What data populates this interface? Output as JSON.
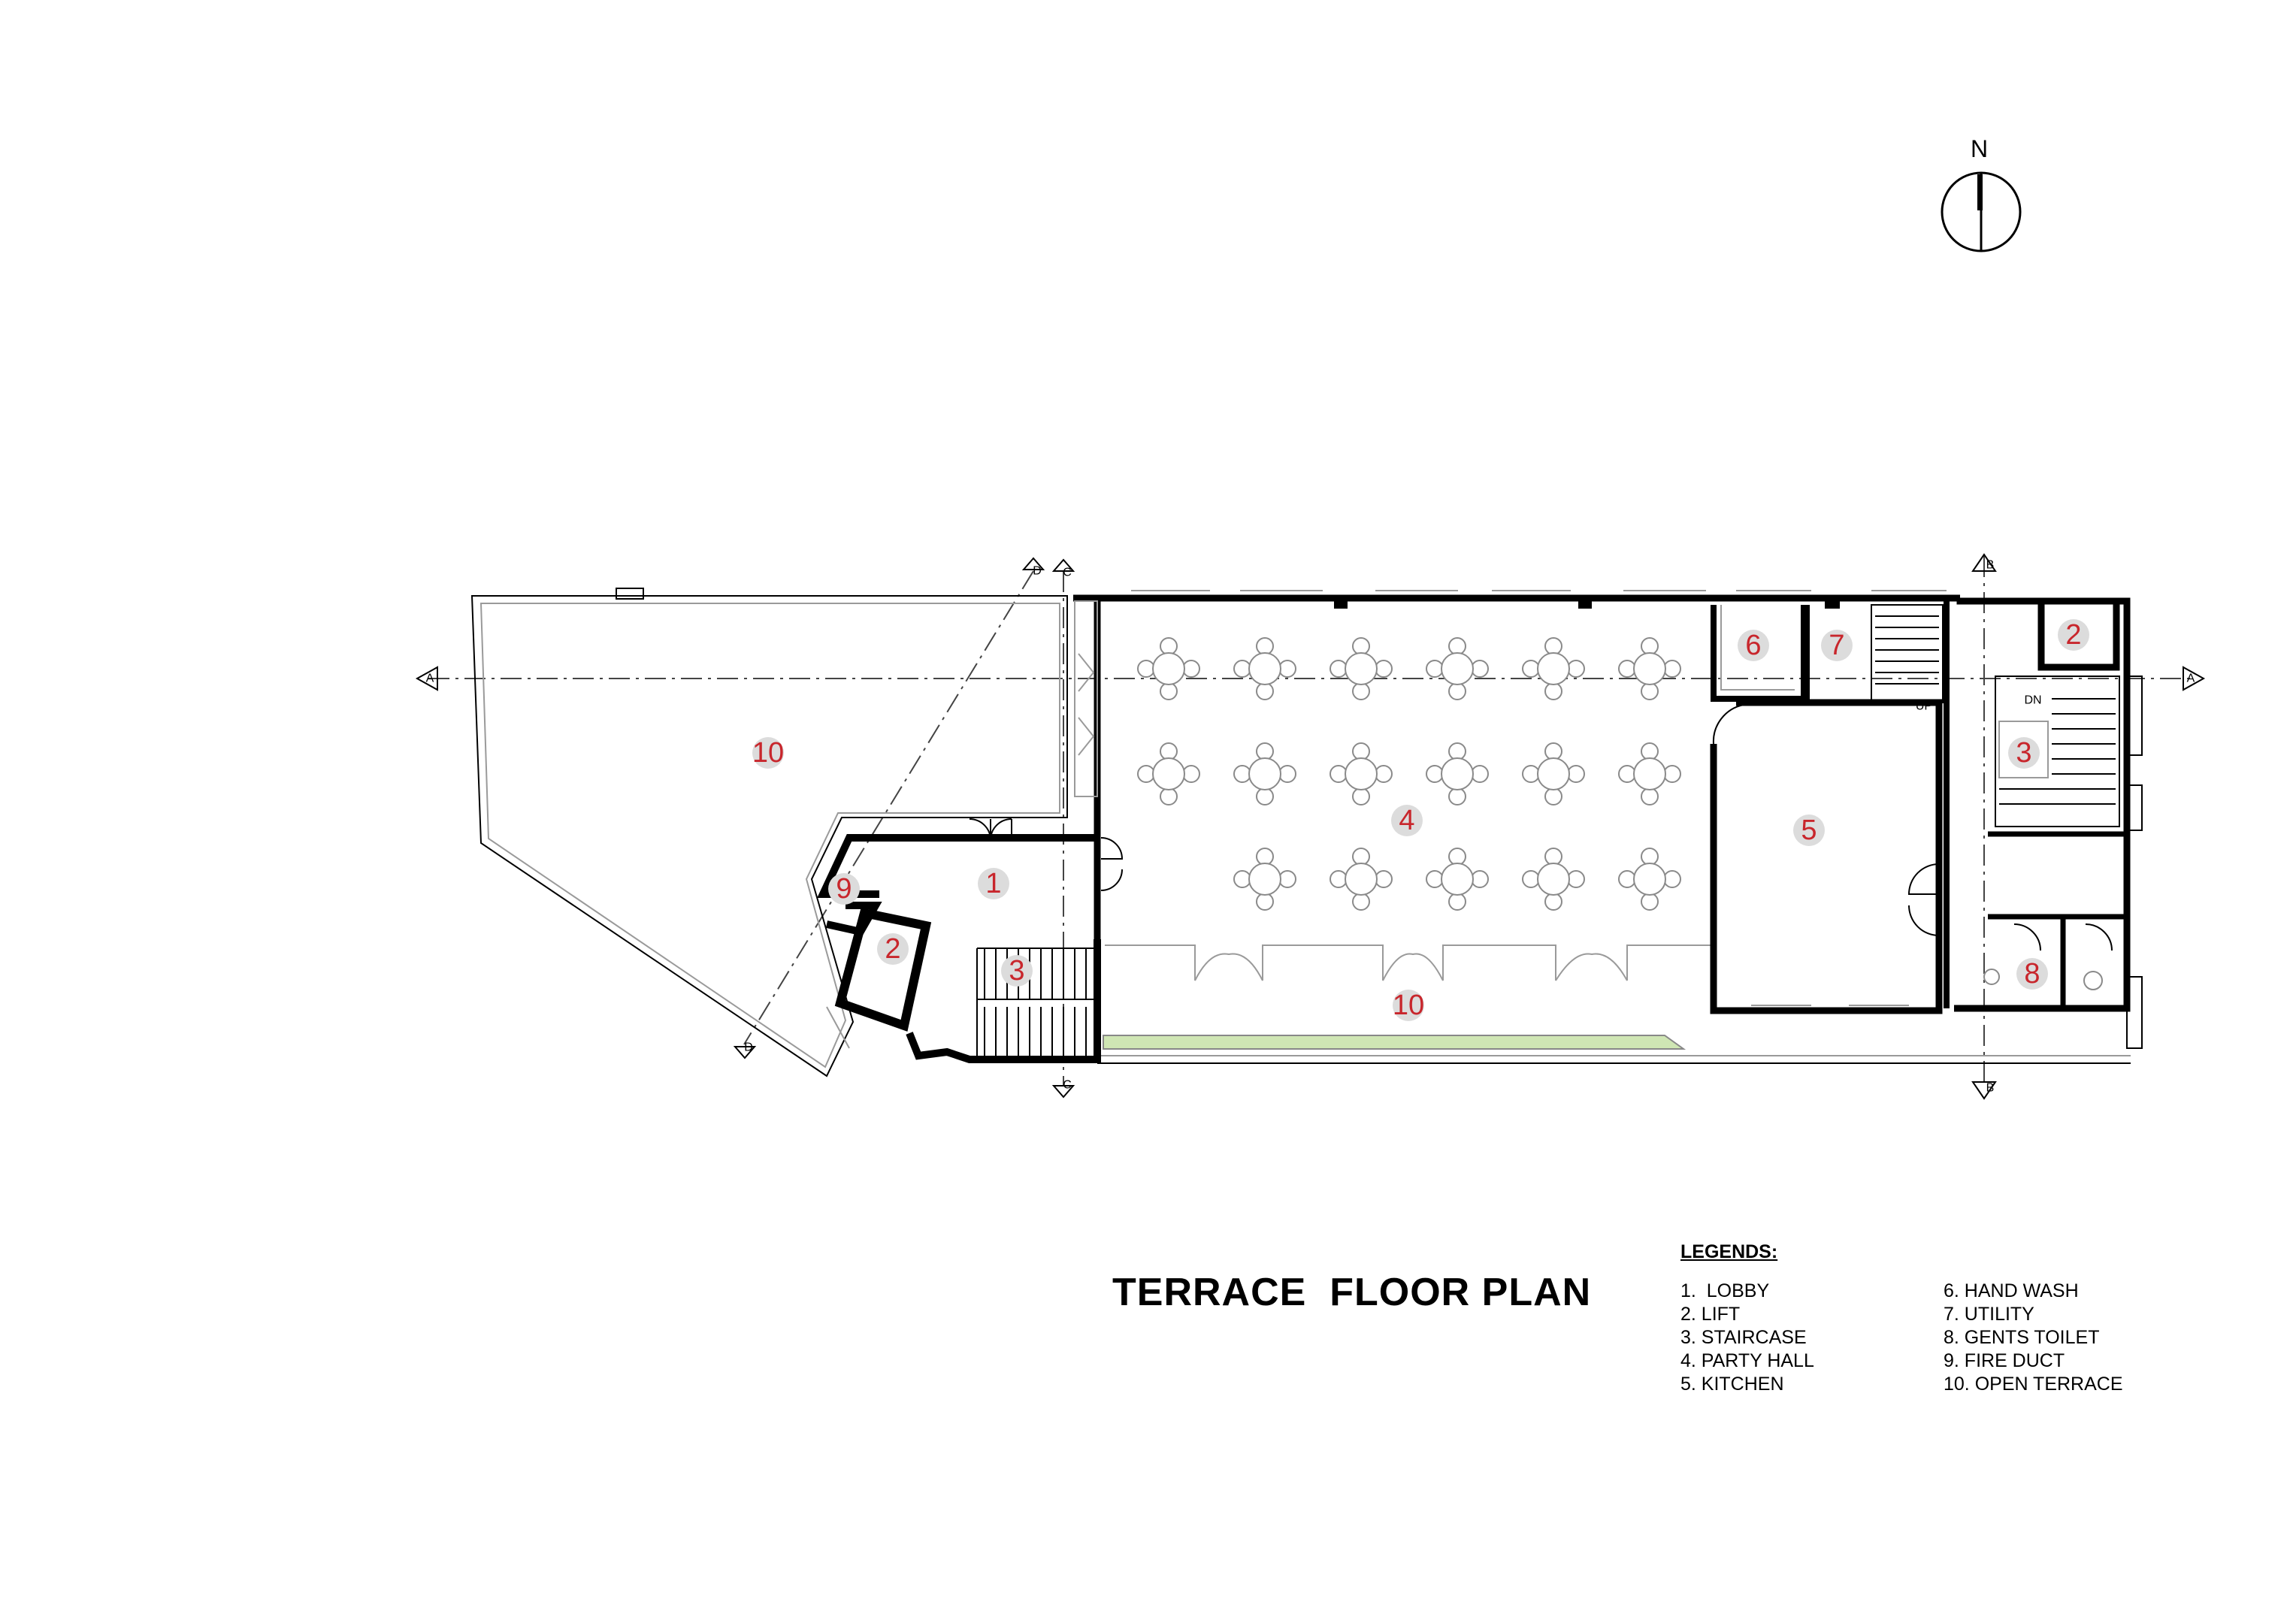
{
  "title": "TERRACE  FLOOR PLAN",
  "north_label": "N",
  "legend": {
    "heading": "LEGENDS:",
    "column_1": [
      "1.  LOBBY",
      "2. LIFT",
      "3. STAIRCASE",
      "4. PARTY HALL",
      "5. KITCHEN"
    ],
    "column_2": [
      "6. HAND WASH",
      "7. UTILITY",
      "8. GENTS TOILET",
      "9. FIRE DUCT",
      "10. OPEN TERRACE"
    ]
  },
  "rooms": {
    "open_terrace_west": "10",
    "open_terrace_south": "10",
    "lobby": "1",
    "lift_west": "2",
    "lift_east": "2",
    "stair_west": "3",
    "stair_east": "3",
    "party_hall": "4",
    "kitchen": "5",
    "hand_wash": "6",
    "utility": "7",
    "gents_toilet": "8",
    "fire_duct": "9"
  },
  "section_markers": {
    "a": "A",
    "b": "B",
    "c": "C",
    "d": "D"
  },
  "colors": {
    "room_number": "#c8262c",
    "room_circle": "#dcdcdc",
    "planter": "#cfe6b4"
  }
}
